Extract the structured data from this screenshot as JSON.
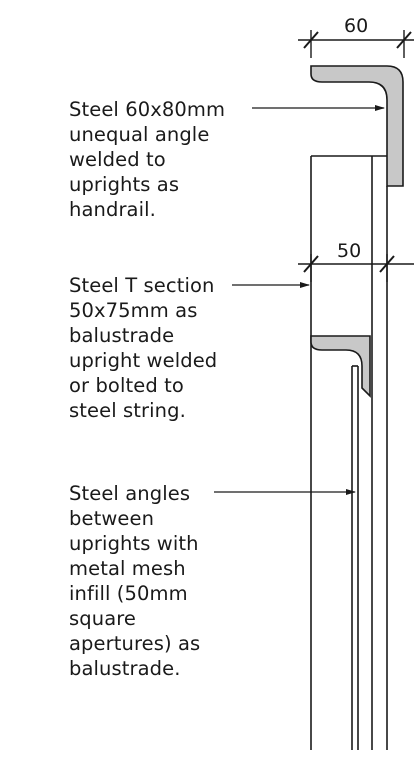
{
  "dimensions": {
    "handrail_width": "60",
    "upright_width": "50"
  },
  "notes": {
    "handrail": "Steel 60x80mm\nunequal angle\nwelded to\nuprights as\nhandrail.",
    "upright": "Steel T section\n50x75mm as\nbalustrade\nupright welded\nor bolted to\nsteel string.",
    "infill": "Steel angles\nbetween\nuprights with\nmetal mesh\ninfill (50mm\nsquare\napertures) as\nbalustrade."
  },
  "colors": {
    "steel_fill": "#c8c8c8",
    "line": "#1a1a1a"
  }
}
